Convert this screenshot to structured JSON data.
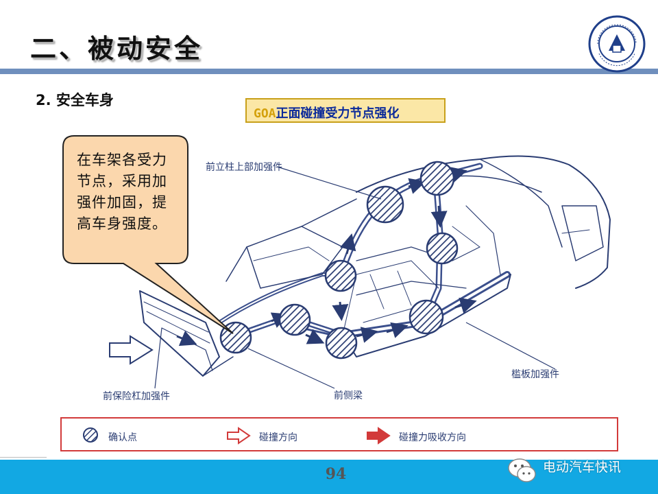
{
  "header": {
    "title": "二、被动安全",
    "subtitle": "2. 安全车身"
  },
  "goa_box": {
    "prefix": "GOA",
    "text": "正面碰撞受力节点强化"
  },
  "callout": {
    "text": "在车架各受力节点，采用加强件加固，提高车身强度。"
  },
  "diagram_labels": {
    "front_pillar_upper": "前立柱上部加强件",
    "sill": "槛板加强件",
    "front_bumper": "前保险杠加强件",
    "front_side_rail": "前侧梁"
  },
  "legend": {
    "confirm_point": "确认点",
    "collision_direction": "碰撞方向",
    "force_absorption_direction": "碰撞力吸收方向"
  },
  "footer": {
    "page_number": "94",
    "watermark": "电动汽车快讯"
  },
  "colors": {
    "title_bar": "#6f8fbd",
    "footer_bar": "#12a8e3",
    "diagram_blue": "#2a3c72",
    "legend_border": "#d23a3a",
    "goa_fill": "#fbe7a6",
    "callout_fill": "#fbd7ad"
  },
  "icons": {
    "logo": "university-seal-logo",
    "wechat": "wechat-icon"
  }
}
